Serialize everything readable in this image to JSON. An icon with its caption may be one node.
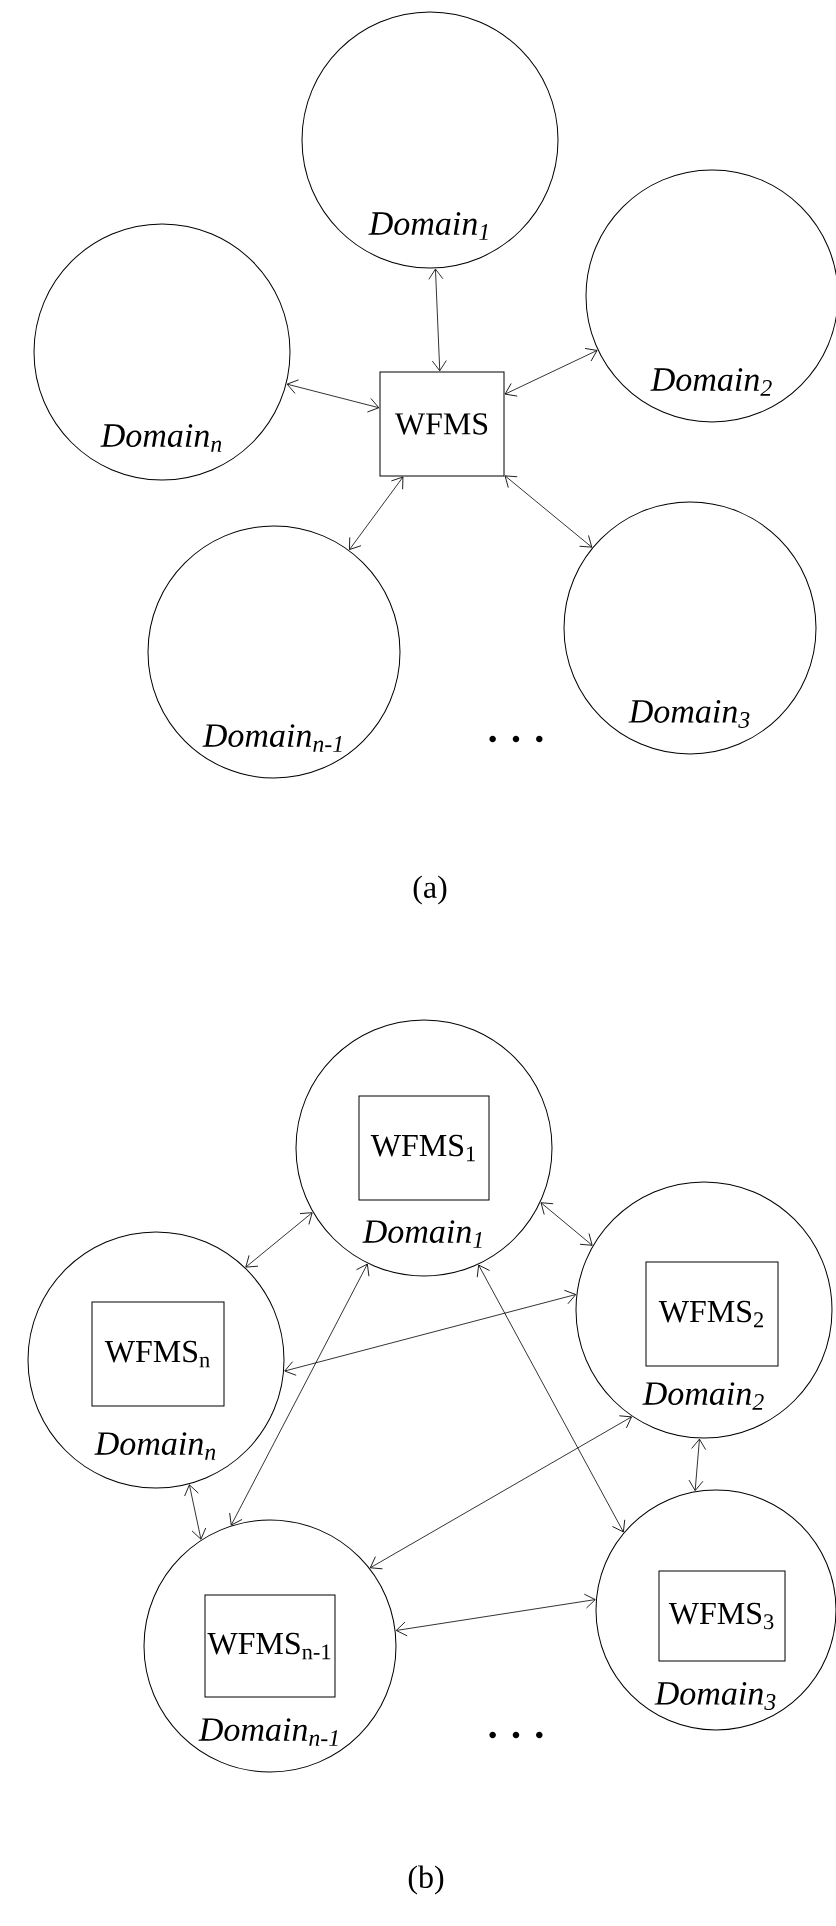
{
  "diagram": {
    "nodes": [
      {
        "text": [
          "Domain$_{1}$"
        ]
      },
      {
        "text": [
          "Domain$_{2}$"
        ]
      },
      {
        "text": [
          "Domain$_{n}$"
        ]
      },
      {
        "text": [
          "WFMS"
        ]
      },
      {
        "text": [
          "Domain$_{n-1}$"
        ]
      },
      {
        "text": [
          "Domain$_{3}$"
        ]
      },
      {
        "text": [
          "Domain$_{1}$"
        ]
      },
      {
        "text": [
          "WFMS$_{1}$"
        ],
        "in": 6
      },
      {
        "text": [
          "Domain$_{n}$"
        ]
      },
      {
        "text": [
          "WFMS$_{n}$"
        ],
        "in": 8
      },
      {
        "text": [
          "Domain$_{2}$"
        ]
      },
      {
        "text": [
          "WFMS$_{2}$"
        ],
        "in": 10
      },
      {
        "text": [
          "Domain$_{n-1}$"
        ]
      },
      {
        "text": [
          "WFMS$_{n-1}$"
        ],
        "in": 12
      },
      {
        "text": [
          "Domain$_{3}$"
        ]
      },
      {
        "text": [
          "WFMS$_{3}$"
        ],
        "in": 14
      }
    ],
    "edges": [
      {
        "from": 0,
        "to": 3,
        "arrow": "both"
      },
      {
        "from": 2,
        "to": 3,
        "arrow": "both"
      },
      {
        "from": 3,
        "to": 1,
        "arrow": "both"
      },
      {
        "from": 3,
        "to": 4,
        "arrow": "both"
      },
      {
        "from": 3,
        "to": 5,
        "arrow": "both"
      },
      {
        "from": 6,
        "to": 8,
        "arrow": "both"
      },
      {
        "from": 6,
        "to": 10,
        "arrow": "both"
      },
      {
        "from": 8,
        "to": 10,
        "arrow": "both"
      },
      {
        "from": 6,
        "to": 12,
        "arrow": "both"
      },
      {
        "from": 6,
        "to": 14,
        "arrow": "both"
      },
      {
        "from": 10,
        "to": 12,
        "arrow": "both"
      },
      {
        "from": 10,
        "to": 14,
        "arrow": "both"
      },
      {
        "from": 8,
        "to": 12,
        "arrow": "both"
      },
      {
        "from": 12,
        "to": 14,
        "arrow": "both"
      }
    ],
    "labels": [
      "· · ·",
      "(a)",
      "· · ·",
      "(b)"
    ]
  }
}
